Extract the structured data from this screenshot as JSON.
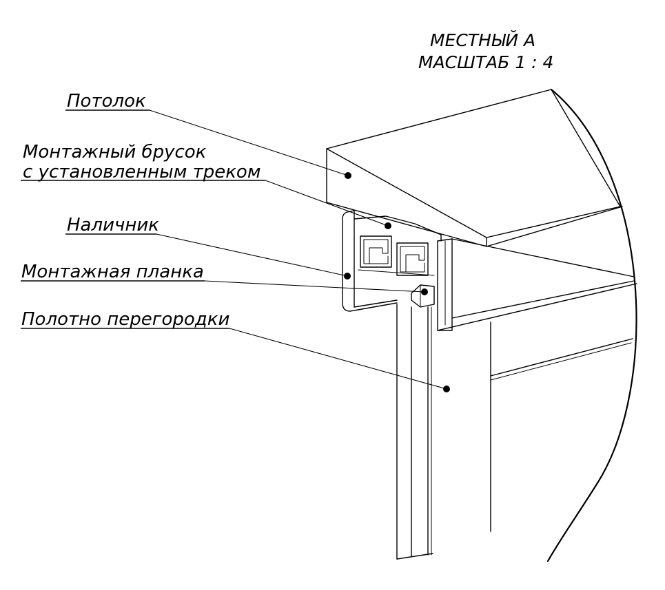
{
  "title": {
    "line1": "МЕСТНЫЙ А",
    "line2": "МАСШТАБ 1 : 4"
  },
  "labels": {
    "ceiling": "Потолок",
    "mounting_bar_line1": "Монтажный брусок",
    "mounting_bar_line2": "с установленным треком",
    "casing": "Наличник",
    "mounting_strip": "Монтажная планка",
    "partition_panel": "Полотно перегородки"
  }
}
